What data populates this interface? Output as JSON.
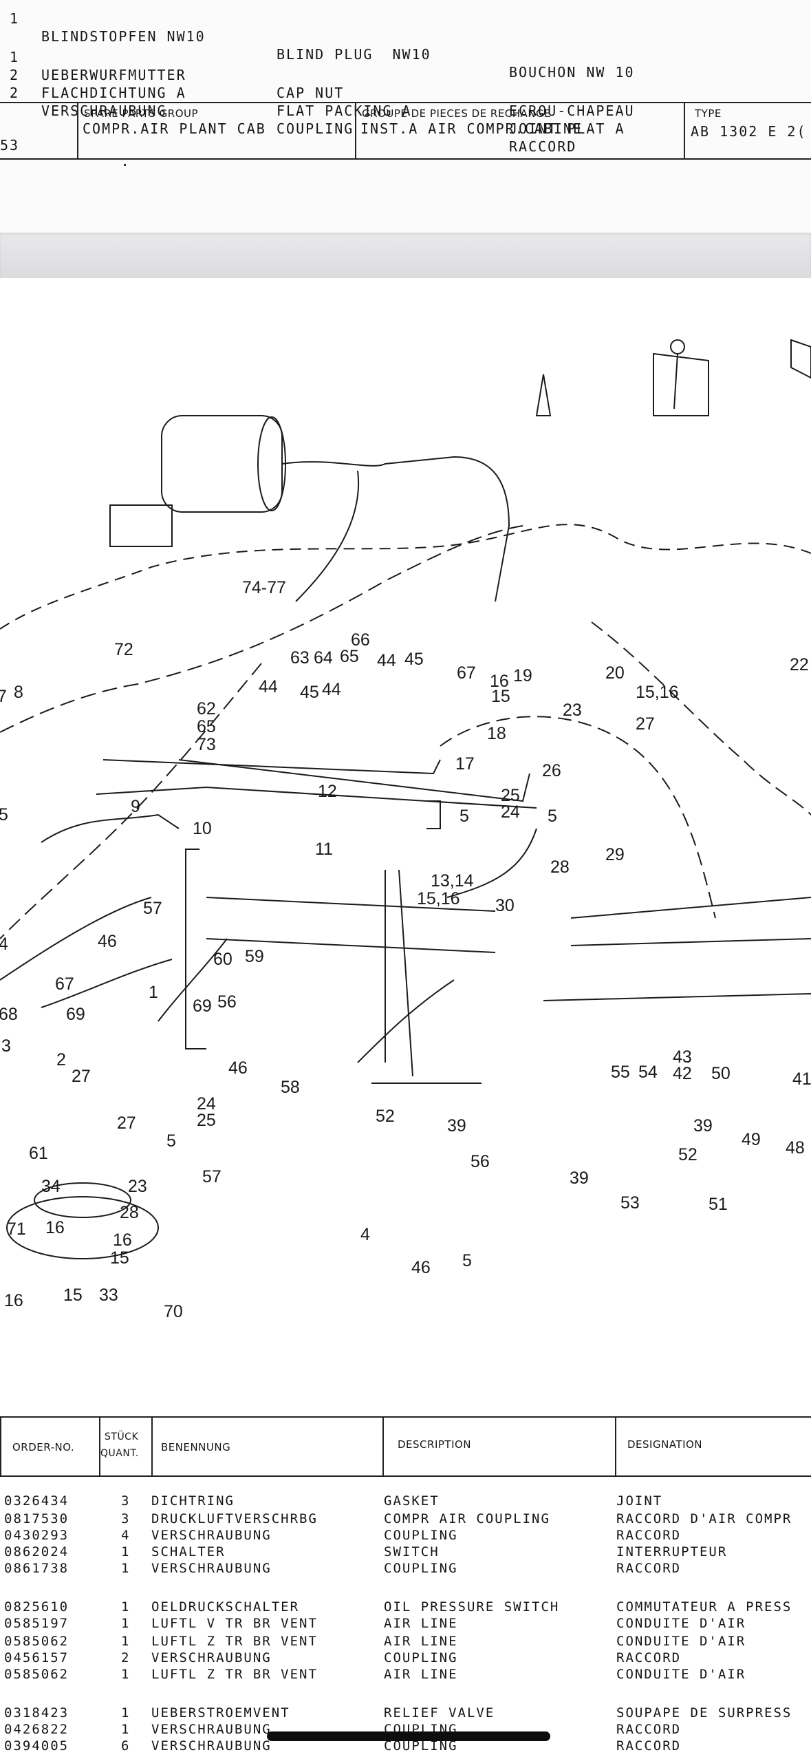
{
  "top_rows": [
    {
      "qty": "1",
      "de": "BLINDSTOPFEN NW10",
      "en": "BLIND PLUG  NW10",
      "fr": "BOUCHON NW 10"
    },
    {
      "qty": "1",
      "de": "UEBERWURFMUTTER",
      "en": "CAP NUT",
      "fr": "ECROU-CHAPEAU"
    },
    {
      "qty": "2",
      "de": "FLACHDICHTUNG A",
      "en": "FLAT PACKING A",
      "fr": "JOINT PLAT A"
    },
    {
      "qty": "2",
      "de": "VERSCHRAUBUNG",
      "en": "COUPLING",
      "fr": "RACCORD"
    }
  ],
  "group_header": {
    "page_fragment": "53",
    "spare_label": "SPARE PARTS GROUP",
    "spare_value": "COMPR.AIR PLANT CAB",
    "groupe_label": "GROUPE DE PIECES DE RECHANGE",
    "groupe_value": "INST.A AIR COMPR.CABINE",
    "type_label": "TYPE",
    "type_value": "AB 1302 E 2("
  },
  "callouts": [
    {
      "id": "c7477",
      "text": "74-77"
    },
    {
      "id": "c72",
      "text": "72"
    },
    {
      "id": "c62",
      "text": "62"
    },
    {
      "id": "c65",
      "text": "65"
    },
    {
      "id": "c73",
      "text": "73"
    },
    {
      "id": "c44a",
      "text": "44"
    },
    {
      "id": "c45a",
      "text": "45"
    },
    {
      "id": "c44b",
      "text": "44"
    },
    {
      "id": "c63",
      "text": "63"
    },
    {
      "id": "c64",
      "text": "64"
    },
    {
      "id": "c65b",
      "text": "65"
    },
    {
      "id": "c66",
      "text": "66"
    },
    {
      "id": "c44c",
      "text": "44"
    },
    {
      "id": "c45b",
      "text": "45"
    },
    {
      "id": "c67",
      "text": "67"
    },
    {
      "id": "c16",
      "text": "16"
    },
    {
      "id": "c15",
      "text": "15"
    },
    {
      "id": "c19",
      "text": "19"
    },
    {
      "id": "c20",
      "text": "20"
    },
    {
      "id": "c1516",
      "text": "15,16"
    },
    {
      "id": "c22",
      "text": "22"
    },
    {
      "id": "c23",
      "text": "23"
    },
    {
      "id": "c27",
      "text": "27"
    },
    {
      "id": "c18",
      "text": "18"
    },
    {
      "id": "c17",
      "text": "17"
    },
    {
      "id": "c26",
      "text": "26"
    },
    {
      "id": "c7",
      "text": "7"
    },
    {
      "id": "c8",
      "text": "8"
    },
    {
      "id": "c5a",
      "text": "5"
    },
    {
      "id": "c9",
      "text": "9"
    },
    {
      "id": "c10",
      "text": "10"
    },
    {
      "id": "c12",
      "text": "12"
    },
    {
      "id": "c11",
      "text": "11"
    },
    {
      "id": "c25",
      "text": "25"
    },
    {
      "id": "c24",
      "text": "24"
    },
    {
      "id": "c5b",
      "text": "5"
    },
    {
      "id": "c5c",
      "text": "5"
    },
    {
      "id": "c28",
      "text": "28"
    },
    {
      "id": "c29",
      "text": "29"
    },
    {
      "id": "c1314",
      "text": "13,14"
    },
    {
      "id": "c1516b",
      "text": "15,16"
    },
    {
      "id": "c30",
      "text": "30"
    },
    {
      "id": "c57",
      "text": "57"
    },
    {
      "id": "c4",
      "text": "4"
    },
    {
      "id": "c46",
      "text": "46"
    },
    {
      "id": "c67b",
      "text": "67"
    },
    {
      "id": "c1",
      "text": "1"
    },
    {
      "id": "c60",
      "text": "60"
    },
    {
      "id": "c59",
      "text": "59"
    },
    {
      "id": "c69",
      "text": "69"
    },
    {
      "id": "c56",
      "text": "56"
    },
    {
      "id": "c68",
      "text": "68"
    },
    {
      "id": "c69b",
      "text": "69"
    },
    {
      "id": "c3",
      "text": "3"
    },
    {
      "id": "c2",
      "text": "2"
    },
    {
      "id": "c27b",
      "text": "27"
    },
    {
      "id": "c46b",
      "text": "46"
    },
    {
      "id": "c58",
      "text": "58"
    },
    {
      "id": "c24b",
      "text": "24"
    },
    {
      "id": "c25b",
      "text": "25"
    },
    {
      "id": "c27c",
      "text": "27"
    },
    {
      "id": "c5d",
      "text": "5"
    },
    {
      "id": "c61",
      "text": "61"
    },
    {
      "id": "c52",
      "text": "52"
    },
    {
      "id": "c39",
      "text": "39"
    },
    {
      "id": "c56b",
      "text": "56"
    },
    {
      "id": "c55",
      "text": "55"
    },
    {
      "id": "c54",
      "text": "54"
    },
    {
      "id": "c43",
      "text": "43"
    },
    {
      "id": "c42",
      "text": "42"
    },
    {
      "id": "c50",
      "text": "50"
    },
    {
      "id": "c41",
      "text": "41"
    },
    {
      "id": "c39b",
      "text": "39"
    },
    {
      "id": "c52b",
      "text": "52"
    },
    {
      "id": "c49",
      "text": "49"
    },
    {
      "id": "c48",
      "text": "48"
    },
    {
      "id": "c39c",
      "text": "39"
    },
    {
      "id": "c53",
      "text": "53"
    },
    {
      "id": "c51",
      "text": "51"
    },
    {
      "id": "c34",
      "text": "34"
    },
    {
      "id": "c23b",
      "text": "23"
    },
    {
      "id": "c28b",
      "text": "28"
    },
    {
      "id": "c57b",
      "text": "57"
    },
    {
      "id": "c16b",
      "text": "16"
    },
    {
      "id": "c16c",
      "text": "16"
    },
    {
      "id": "c15b",
      "text": "15"
    },
    {
      "id": "c15c",
      "text": "15"
    },
    {
      "id": "c33",
      "text": "33"
    },
    {
      "id": "c16d",
      "text": "16"
    },
    {
      "id": "c70",
      "text": "70"
    },
    {
      "id": "c4b",
      "text": "4"
    },
    {
      "id": "c46c",
      "text": "46"
    },
    {
      "id": "c5e",
      "text": "5"
    },
    {
      "id": "c71",
      "text": "71"
    }
  ],
  "parts_header": {
    "order_no": "ORDER-NO.",
    "stueck": "STÜCK",
    "quant": "QUANT.",
    "benennung": "BENENNUNG",
    "description": "DESCRIPTION",
    "designation": "DESIGNATION"
  },
  "parts_rows": [
    {
      "order": "0326434",
      "qty": "3",
      "de": "DICHTRING",
      "en": "GASKET",
      "fr": "JOINT"
    },
    {
      "order": "0817530",
      "qty": "3",
      "de": "DRUCKLUFTVERSCHRBG",
      "en": "COMPR AIR COUPLING",
      "fr": "RACCORD D'AIR COMPR"
    },
    {
      "order": "0430293",
      "qty": "4",
      "de": "VERSCHRAUBUNG",
      "en": "COUPLING",
      "fr": "RACCORD"
    },
    {
      "order": "0862024",
      "qty": "1",
      "de": "SCHALTER",
      "en": "SWITCH",
      "fr": "INTERRUPTEUR"
    },
    {
      "order": "0861738",
      "qty": "1",
      "de": "VERSCHRAUBUNG",
      "en": "COUPLING",
      "fr": "RACCORD"
    },
    {
      "order": "0825610",
      "qty": "1",
      "de": "OELDRUCKSCHALTER",
      "en": "OIL PRESSURE SWITCH",
      "fr": "COMMUTATEUR A PRESS"
    },
    {
      "order": "0585197",
      "qty": "1",
      "de": "LUFTL V TR BR VENT",
      "en": "AIR LINE",
      "fr": "CONDUITE D'AIR"
    },
    {
      "order": "0585062",
      "qty": "1",
      "de": "LUFTL Z TR BR VENT",
      "en": "AIR LINE",
      "fr": "CONDUITE D'AIR"
    },
    {
      "order": "0456157",
      "qty": "2",
      "de": "VERSCHRAUBUNG",
      "en": "COUPLING",
      "fr": "RACCORD"
    },
    {
      "order": "0585062",
      "qty": "1",
      "de": "LUFTL Z TR BR VENT",
      "en": "AIR LINE",
      "fr": "CONDUITE D'AIR"
    },
    {
      "order": "0318423",
      "qty": "1",
      "de": "UEBERSTROEMVENT",
      "en": "RELIEF VALVE",
      "fr": "SOUPAPE DE SURPRESS"
    },
    {
      "order": "0426822",
      "qty": "1",
      "de": "VERSCHRAUBUNG",
      "en": "COUPLING",
      "fr": "RACCORD"
    },
    {
      "order": "0394005",
      "qty": "6",
      "de": "VERSCHRAUBUNG",
      "en": "COUPLING",
      "fr": "RACCORD"
    }
  ]
}
